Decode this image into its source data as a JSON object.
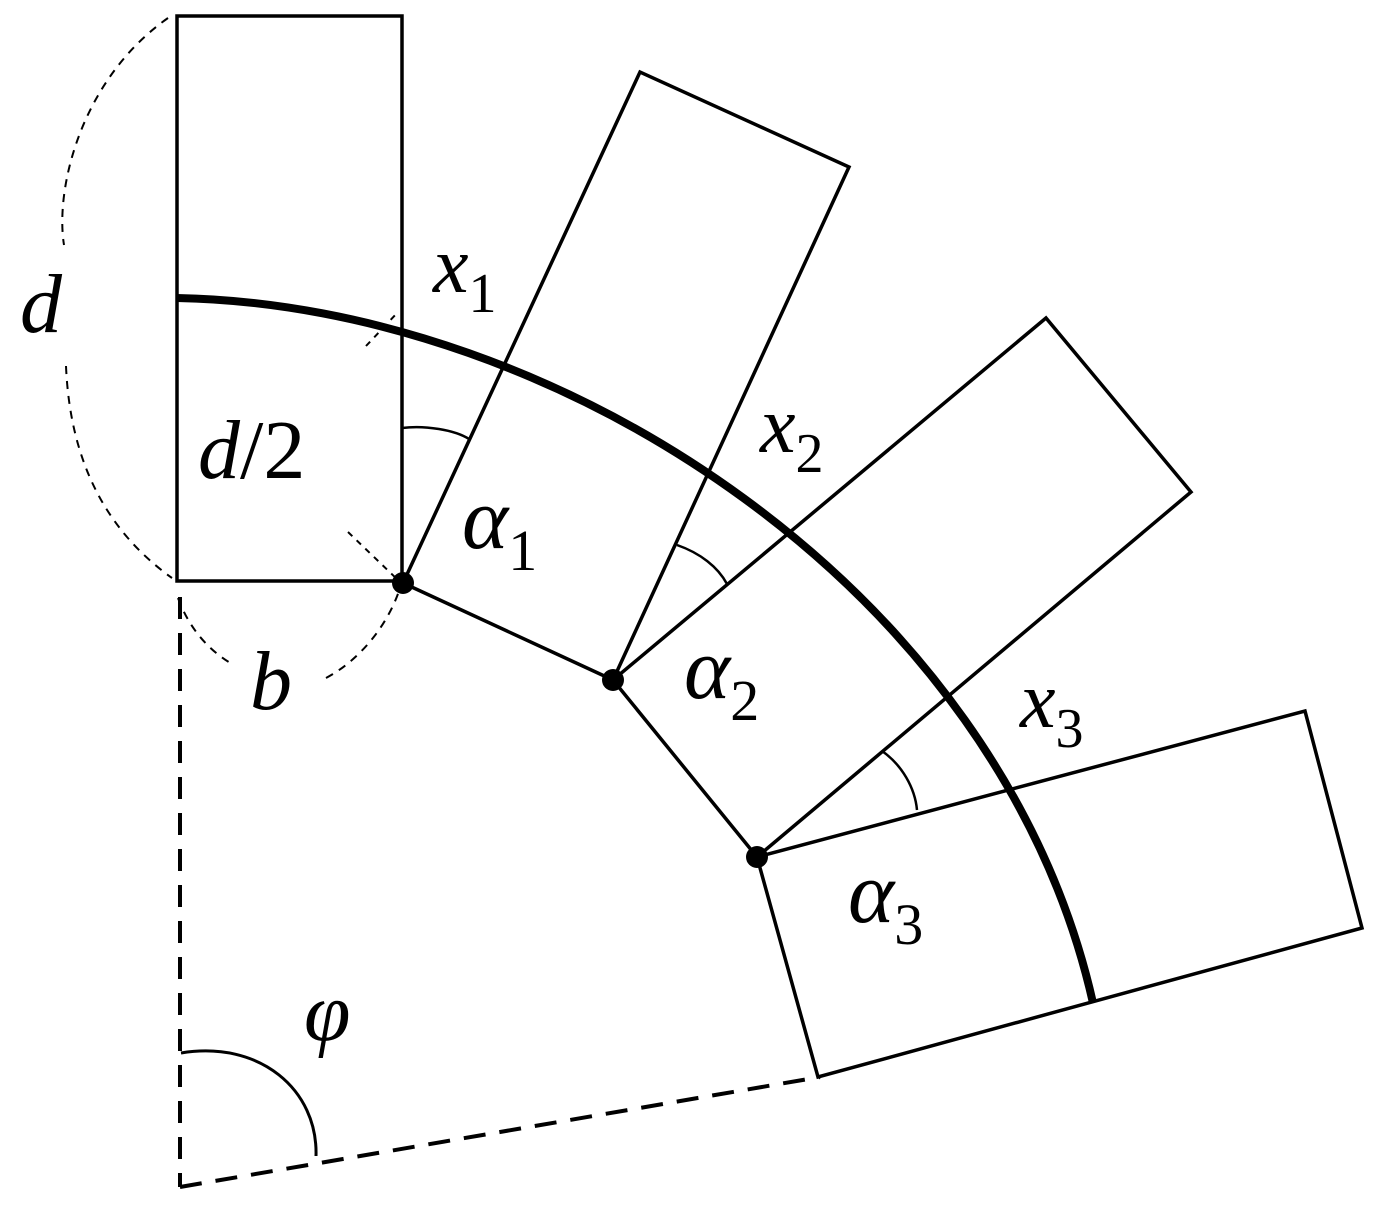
{
  "labels": {
    "d": "d",
    "d_half": {
      "italic": "d",
      "rest": "/2"
    },
    "b": "b",
    "phi": "φ",
    "x1": {
      "base": "x",
      "sub": "1"
    },
    "x2": {
      "base": "x",
      "sub": "2"
    },
    "x3": {
      "base": "x",
      "sub": "3"
    },
    "alpha1": {
      "base": "α",
      "sub": "1"
    },
    "alpha2": {
      "base": "α",
      "sub": "2"
    },
    "alpha3": {
      "base": "α",
      "sub": "3"
    }
  },
  "colors": {
    "stroke": "#000000",
    "background": "#ffffff"
  }
}
